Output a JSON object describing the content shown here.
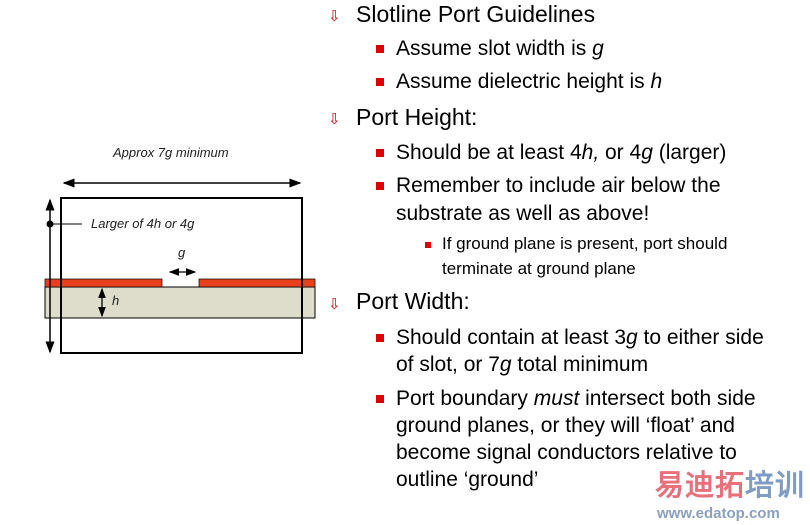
{
  "diagram": {
    "width_label": "Approx 7g minimum",
    "height_label": "Larger of 4h or 4g",
    "gap_label": "g",
    "h_label": "h",
    "colors": {
      "conductor": "#e8401c",
      "substrate": "#deddcc"
    }
  },
  "slide": {
    "s1": {
      "title": "Slotline Port Guidelines",
      "b1": {
        "a": "Assume slot width is ",
        "b": "g"
      },
      "b2": {
        "a": "Assume dielectric height is ",
        "b": "h"
      }
    },
    "s2": {
      "title": "Port Height:",
      "b1": {
        "a": "Should be at least 4",
        "b": "h,",
        "c": " or 4",
        "d": "g",
        "e": " (larger)"
      },
      "b2": {
        "l1": "Remember to include air below the",
        "l2": "substrate as well as above!"
      },
      "sub1": {
        "l1": "If ground plane is present, port should",
        "l2": "terminate at ground plane"
      }
    },
    "s3": {
      "title": "Port Width:",
      "b1": {
        "a": "Should contain at least 3",
        "b": "g",
        "c": " to either side",
        "l2a": "of slot, or 7",
        "l2b": "g",
        "l2c": " total minimum"
      },
      "b2": {
        "a": "Port boundary ",
        "b": "must",
        "c": " intersect both side",
        "l2": "ground planes, or they will ‘float’ and",
        "l3": "become signal conductors relative to",
        "l4": "outline ‘ground’"
      }
    }
  },
  "watermark": {
    "cn1": "易迪拓",
    "cn2": "培训",
    "url": "www.edatop.com"
  }
}
